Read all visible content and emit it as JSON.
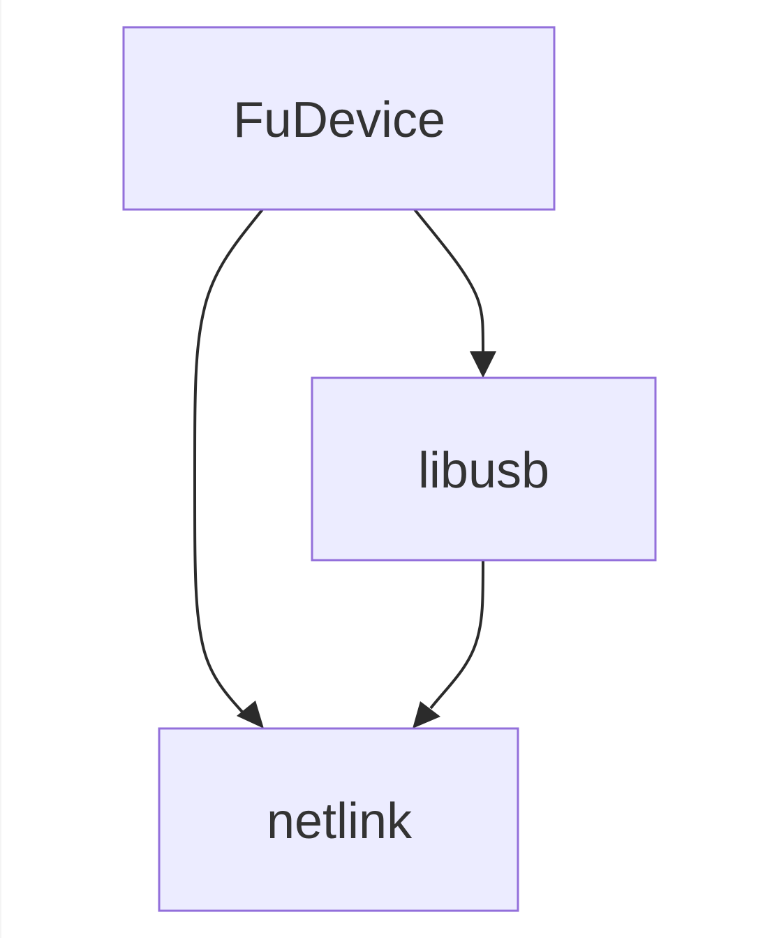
{
  "diagram": {
    "type": "flowchart",
    "direction": "TD",
    "colors": {
      "node_fill": "#ececff",
      "node_stroke": "#9370db",
      "edge": "#2b2b2b",
      "text": "#333333"
    },
    "nodes": [
      {
        "id": "fudevice",
        "label": "FuDevice"
      },
      {
        "id": "libusb",
        "label": "libusb"
      },
      {
        "id": "netlink",
        "label": "netlink"
      }
    ],
    "edges": [
      {
        "from": "FuDevice",
        "to": "netlink"
      },
      {
        "from": "FuDevice",
        "to": "libusb"
      },
      {
        "from": "libusb",
        "to": "netlink"
      }
    ]
  }
}
